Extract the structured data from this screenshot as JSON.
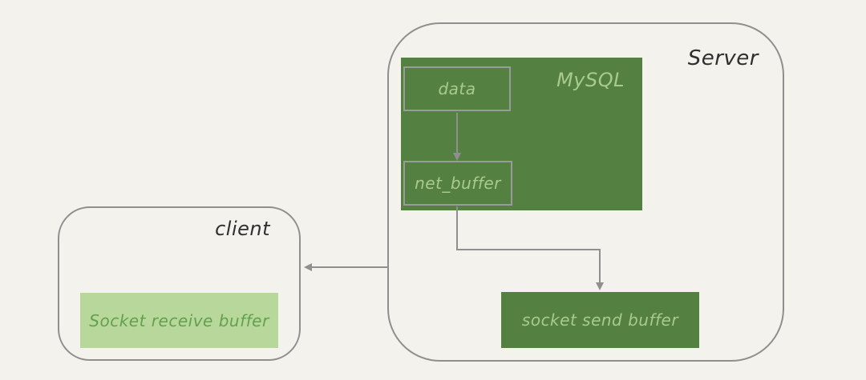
{
  "diagram": {
    "server": {
      "label": "Server",
      "mysql": {
        "label": "MySQL",
        "data_box_label": "data",
        "net_buffer_label": "net_buffer"
      },
      "socket_send_buffer_label": "socket send buffer"
    },
    "client": {
      "label": "client",
      "socket_receive_buffer_label": "Socket receive buffer"
    },
    "arrows": [
      {
        "name": "data-to-net-buffer",
        "from": "data",
        "to": "net_buffer"
      },
      {
        "name": "net-buffer-to-socket-send-buffer",
        "from": "net_buffer",
        "to": "socket send buffer"
      },
      {
        "name": "server-to-client",
        "from": "Server",
        "to": "client"
      }
    ]
  },
  "colors": {
    "background": "#f3f2ec",
    "dark-green": "#548142",
    "light-green": "#b7d89a",
    "light-green-text": "#a8ca8c",
    "medium-green-text": "#63a04f",
    "stroke-gray": "#8f8f8f",
    "label-dark": "#2f2f2f"
  }
}
